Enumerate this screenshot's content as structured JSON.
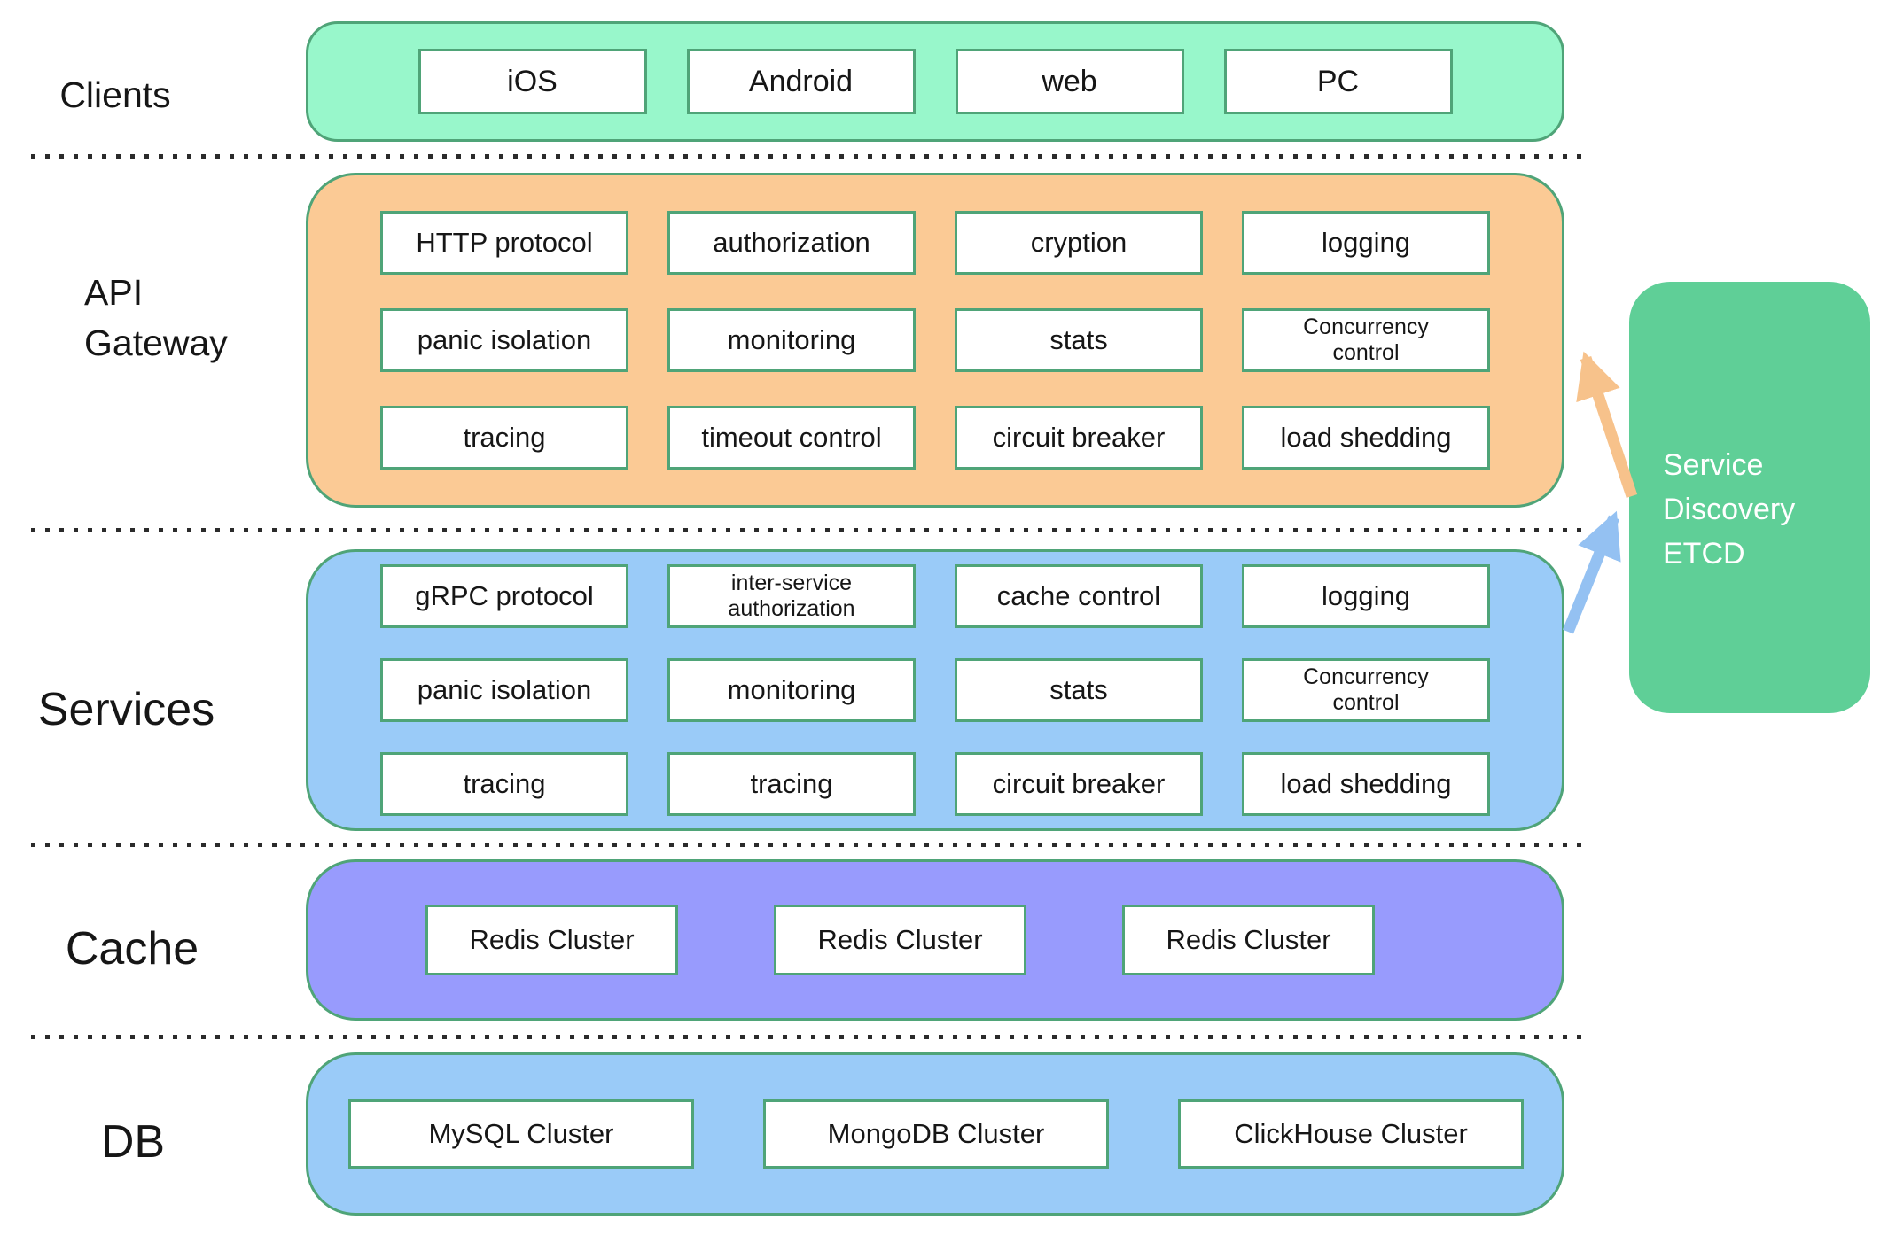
{
  "colors": {
    "clients_fill": "#98F7CB",
    "gateway_fill": "#FBCA95",
    "services_fill": "#9ACBF8",
    "cache_fill": "#989BFD",
    "db_fill": "#9ACBF8",
    "etcd_fill": "#5FCF97",
    "etcd_text": "#FFFFFF",
    "box_border": "#4FA478",
    "inner_fill": "#FFFFFF",
    "arrow_orange": "#F7C28B",
    "arrow_blue": "#94C1F2",
    "dotted_line": "#2B2B2B"
  },
  "labels": {
    "clients": "Clients",
    "api_gateway_line1": "API",
    "api_gateway_line2": "Gateway",
    "services": "Services",
    "cache": "Cache",
    "db": "DB"
  },
  "clients": {
    "items": [
      "iOS",
      "Android",
      "web",
      "PC"
    ]
  },
  "api_gateway": {
    "rows": [
      [
        "HTTP protocol",
        "authorization",
        "cryption",
        "logging"
      ],
      [
        "panic isolation",
        "monitoring",
        "stats",
        "Concurrency control"
      ],
      [
        "tracing",
        "timeout control",
        "circuit breaker",
        "load shedding"
      ]
    ]
  },
  "services": {
    "rows": [
      [
        "gRPC protocol",
        "inter-service authorization",
        "cache control",
        "logging"
      ],
      [
        "panic isolation",
        "monitoring",
        "stats",
        "Concurrency control"
      ],
      [
        "tracing",
        "tracing",
        "circuit breaker",
        "load shedding"
      ]
    ]
  },
  "cache": {
    "items": [
      "Redis Cluster",
      "Redis Cluster",
      "Redis Cluster"
    ]
  },
  "db": {
    "items": [
      "MySQL Cluster",
      "MongoDB Cluster",
      "ClickHouse Cluster"
    ]
  },
  "etcd": {
    "lines": [
      "Service",
      "Discovery",
      "ETCD"
    ]
  }
}
